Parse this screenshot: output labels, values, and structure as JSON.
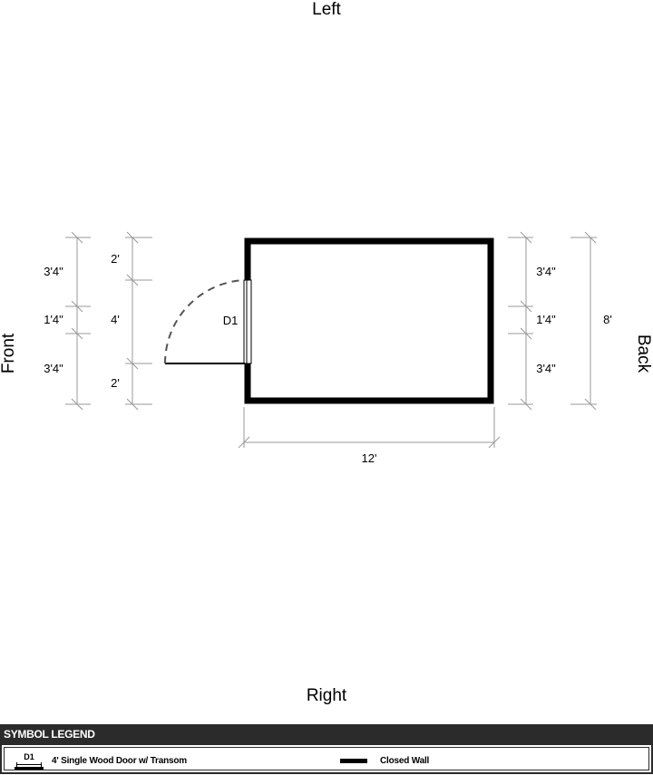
{
  "orientation": {
    "top": "Left",
    "bottom": "Right",
    "left": "Front",
    "right": "Back"
  },
  "door": {
    "tag": "D1",
    "width": "4'",
    "offset_top": "2'",
    "offset_bottom": "2'"
  },
  "dimensions": {
    "front_windows": [
      "3'4\"",
      "1'4\"",
      "3'4\""
    ],
    "back_windows": [
      "3'4\"",
      "1'4\"",
      "3'4\""
    ],
    "overall_depth": "8'",
    "overall_length": "12'"
  },
  "legend": {
    "title": "SYMBOL LEGEND",
    "items": [
      {
        "symbol": "D1",
        "icon": "door-icon",
        "label": "4' Single Wood Door w/ Transom"
      },
      {
        "symbol": "",
        "icon": "closed-wall-icon",
        "label": "Closed Wall"
      }
    ]
  },
  "colors": {
    "wall": "#000000",
    "dimension_line": "#999999",
    "legend_header": "#2b2b2b"
  }
}
